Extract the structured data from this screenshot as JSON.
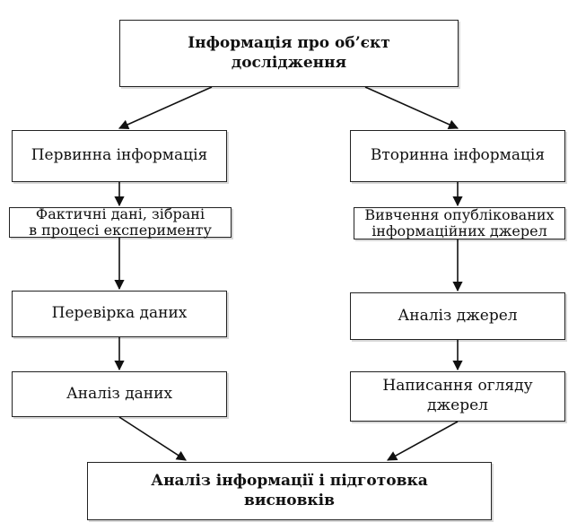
{
  "diagram": {
    "top": {
      "line1": "Інформація про об’єкт",
      "line2": "дослідження"
    },
    "left": {
      "primary": "Первинна інформація",
      "facts_line1": "Фактичні дані, зібрані",
      "facts_line2": "в процесі експерименту",
      "check": "Перевірка даних",
      "analysis": "Аналіз даних"
    },
    "right": {
      "secondary": "Вторинна інформація",
      "study_line1": "Вивчення опублікованих",
      "study_line2": "інформаційних джерел",
      "analysis": "Аналіз джерел",
      "review_line1": "Написання огляду",
      "review_line2": "джерел"
    },
    "bottom": {
      "line1": "Аналіз інформації і підготовка",
      "line2": "висновків"
    }
  }
}
